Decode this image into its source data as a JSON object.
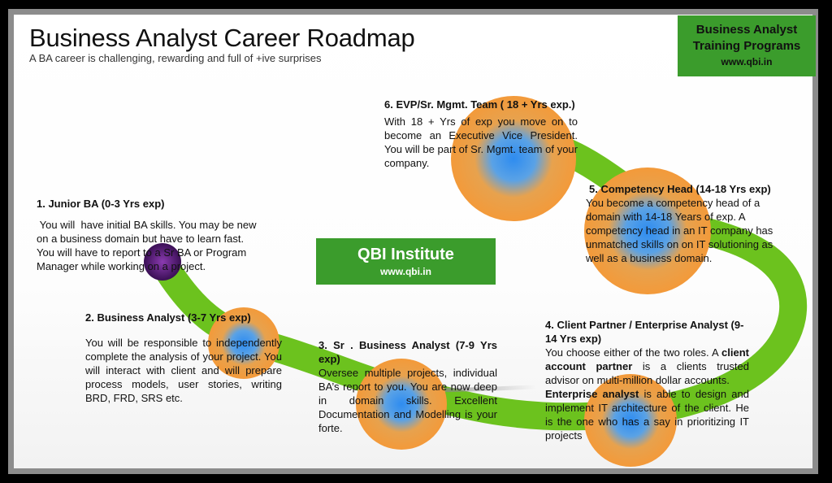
{
  "title": "Business Analyst Career Roadmap",
  "subtitle": "A BA career is challenging, rewarding and full of +ive surprises",
  "badge": {
    "line1": "Business Analyst",
    "line2": "Training Programs",
    "url": "www.qbi.in"
  },
  "center": {
    "name": "QBI Institute",
    "url": "www.qbi.in"
  },
  "colors": {
    "green": "#3b9c2c",
    "road": "#6cc21e",
    "orange": "#f39a3a",
    "blue": "#2e8cf0",
    "purple": "#4b1467"
  },
  "steps": [
    {
      "heading": "1. Junior  BA    (0-3 Yrs exp)",
      "body": " You will  have initial BA skills. You may be new on a business domain but have to learn fast. You will have to report to a Sr BA or Program Manager while working on a project."
    },
    {
      "heading": "2. Business Analyst (3-7 Yrs exp)",
      "body": "You will be responsible to independently complete the analysis of your project.  You will interact with client and will prepare process models, user stories, writing BRD, FRD, SRS etc."
    },
    {
      "heading": "3. Sr . Business Analyst (7-9 Yrs exp)",
      "body": "Oversee multiple projects, individual BA’s report to you. You are now deep in domain skills. Excellent Documentation and Modelling is your forte."
    },
    {
      "heading": "4. Client Partner / Enterprise Analyst (9- 14 Yrs exp)",
      "body_intro": "You choose either of the two roles. A ",
      "bold1": "client account partner",
      "body_mid": " is a clients trusted advisor on multi-million dollar accounts.",
      "bold2": "Enterprise analyst",
      "body_end": " is able to design and implement IT architecture of the client. He is the one who has a say in prioritizing IT projects"
    },
    {
      "heading": "5. Competency Head (14-18 Yrs exp)",
      "body": "You become a competency head of a domain with 14-18 Years of exp. A competency head in an IT company has unmatched skills on  on IT solutioning as well as a business domain."
    },
    {
      "heading": "6. EVP/Sr. Mgmt. Team ( 18 + Yrs exp.)",
      "body": "With 18 + Yrs of exp you move on to become an Executive Vice President. You will be part of Sr. Mgmt. team of your company."
    }
  ]
}
